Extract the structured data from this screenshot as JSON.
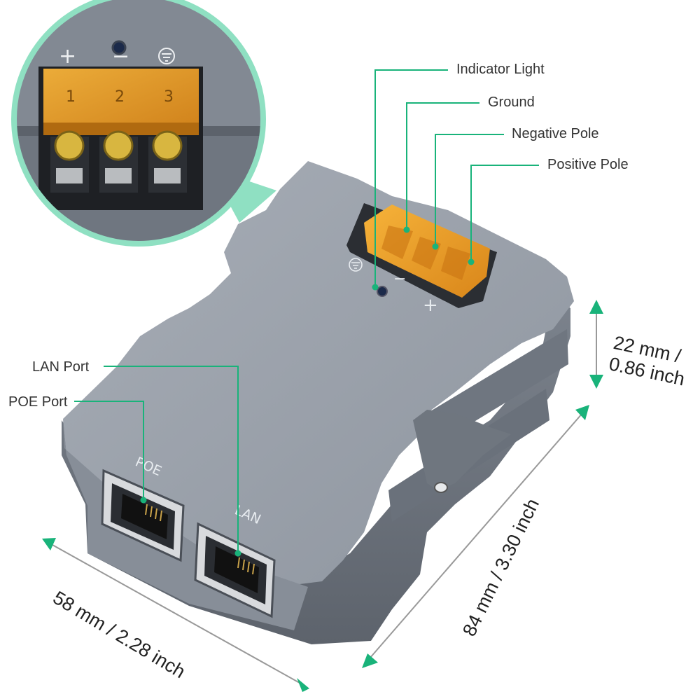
{
  "callouts": {
    "indicator_light": "Indicator Light",
    "ground": "Ground",
    "negative_pole": "Negative Pole",
    "positive_pole": "Positive Pole",
    "lan_port": "LAN Port",
    "poe_port": "POE Port"
  },
  "dimensions": {
    "height_mm": "22 mm /",
    "height_inch": "0.86 inch",
    "length": "84 mm / 3.30 inch",
    "width": "58 mm / 2.28 inch"
  },
  "device_markings": {
    "port_poe": "POE",
    "port_lan": "LAN",
    "plus": "+",
    "minus": "−",
    "terminal_1": "1",
    "terminal_2": "2",
    "terminal_3": "3"
  },
  "colors": {
    "accent": "#19b37a",
    "housing": "#9aa1ab",
    "terminal_orange": "#f0a020",
    "inset_ring": "#8fe0c2"
  }
}
